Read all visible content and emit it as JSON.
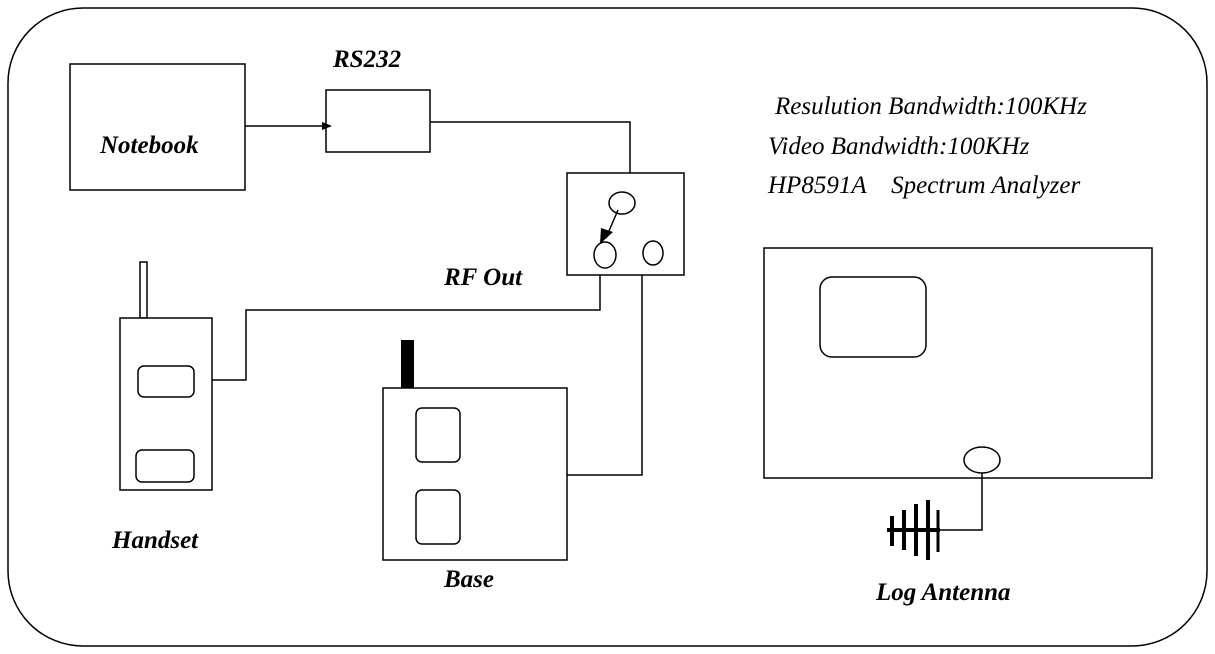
{
  "labels": {
    "rs232": "RS232",
    "notebook": "Notebook",
    "rf_out": "RF Out",
    "handset": "Handset",
    "base": "Base",
    "log_antenna": "Log Antenna"
  },
  "analyzer_settings": {
    "line1": "Resulution Bandwidth:100KHz",
    "line2": "Video Bandwidth:100KHz",
    "line3": "HP8591A    Spectrum Analyzer"
  },
  "colors": {
    "stroke": "#000000",
    "background": "#ffffff"
  }
}
